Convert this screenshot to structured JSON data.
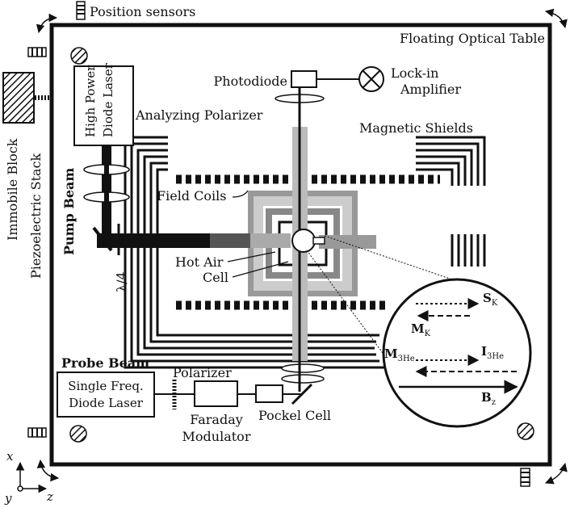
{
  "labels": {
    "position_sensors": "Position sensors",
    "floating_optical_table": "Floating Optical Table",
    "photodiode": "Photodiode",
    "lockin_line1": "Lock-in",
    "lockin_line2": "Amplifier",
    "analyzing_polarizer": "Analyzing Polarizer",
    "magnetic_shields": "Magnetic Shields",
    "field_coils": "Field Coils",
    "high_power_line1": "High Power",
    "high_power_line2": "Diode Laser",
    "pump_beam": "Pump Beam",
    "immobile_block": "Immobile Block",
    "piezoelectric_stack": "Piezoelectric Stack",
    "lambda_quarter": "λ/4",
    "hot_air": "Hot Air",
    "cell": "Cell",
    "probe_beam": "Probe Beam",
    "single_freq_line1": "Single Freq.",
    "single_freq_line2": "Diode Laser",
    "polarizer": "Polarizer",
    "faraday_line1": "Faraday",
    "faraday_line2": "Modulator",
    "pockel_cell": "Pockel Cell"
  },
  "vectors": {
    "s_main": "S",
    "s_sub": "K",
    "mk_main": "M",
    "mk_sub": "K",
    "mhe_main": "M",
    "mhe_sub": "3He",
    "ihe_main": "I",
    "ihe_sub": "3He",
    "bz_main": "B",
    "bz_sub": "z"
  },
  "axes": {
    "x": "x",
    "y": "y",
    "z": "z"
  },
  "colors": {
    "ink": "#111111",
    "dark_gray": "#777777",
    "light_gray": "#bbbbbb",
    "mid_gray": "#999999"
  }
}
